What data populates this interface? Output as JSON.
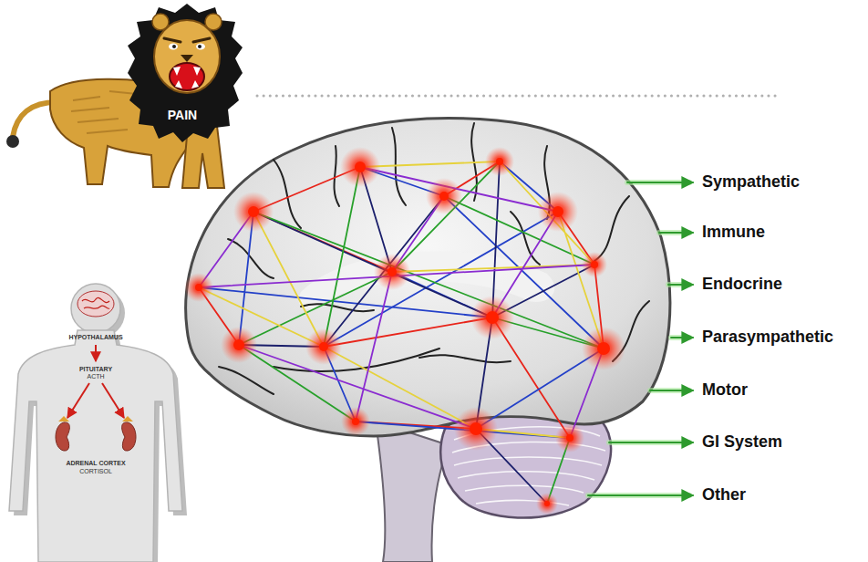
{
  "diagram": {
    "labels": [
      "PAIN",
      "HYPOTHALAMUS",
      "PITUITARY",
      "ACTH",
      "ADRENAL CORTEX",
      "CORTISOL",
      "Sympathetic",
      "Immune",
      "Endocrine",
      "Parasympathetic",
      "Motor",
      "GI System",
      "Other"
    ]
  }
}
